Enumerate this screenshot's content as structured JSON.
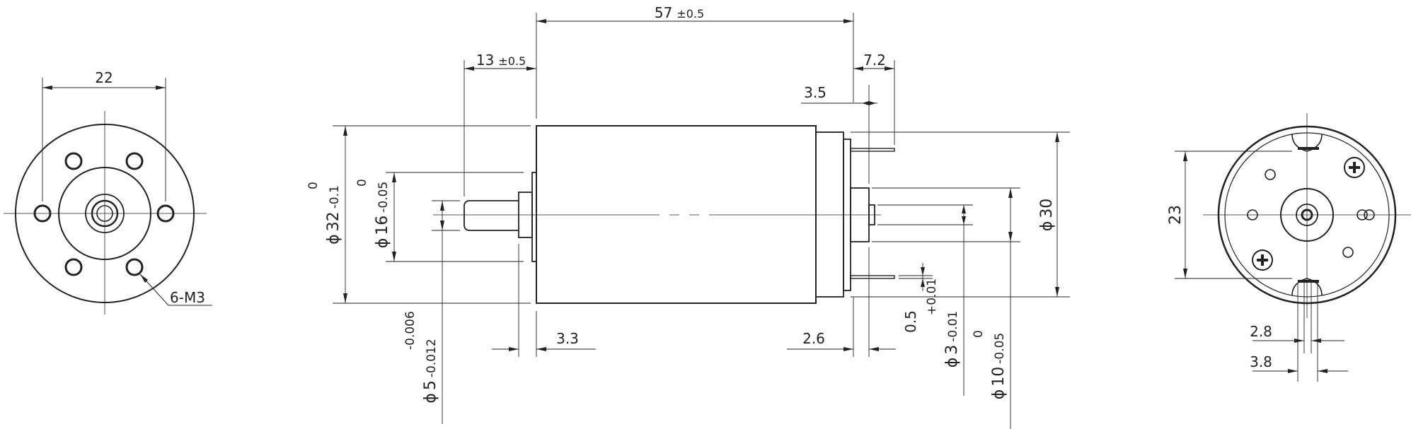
{
  "dimensions": {
    "front_width": "22",
    "thread_note": "6-M3",
    "overall_length": "57",
    "overall_length_tol": "±0.5",
    "shaft_length": "13",
    "shaft_length_tol": "±0.5",
    "terminal_extent": "7.2",
    "terminal_gap": "3.5",
    "body_dia": "32",
    "body_dia_upper": "0",
    "body_dia_lower": "-0.1",
    "boss_dia": "16",
    "boss_dia_upper": "0",
    "boss_dia_lower": "-0.05",
    "shaft_dia": "5",
    "shaft_dia_upper": "-0.006",
    "shaft_dia_lower": "-0.012",
    "boss_length": "3.3",
    "rear_offset": "2.6",
    "terminal_thickness": "0.5",
    "rear_shaft_dia": "3",
    "rear_shaft_dia_upper": "+0.01",
    "rear_shaft_dia_lower": "-0.01",
    "rear_boss_dia": "10",
    "rear_boss_dia_upper": "0",
    "rear_boss_dia_lower": "-0.05",
    "rear_body_dia": "30",
    "rear_pitch": "23",
    "terminal_width_1": "2.8",
    "terminal_width_2": "3.8",
    "phi": "ϕ"
  },
  "colors": {
    "line": "#222222",
    "background": "#ffffff"
  }
}
